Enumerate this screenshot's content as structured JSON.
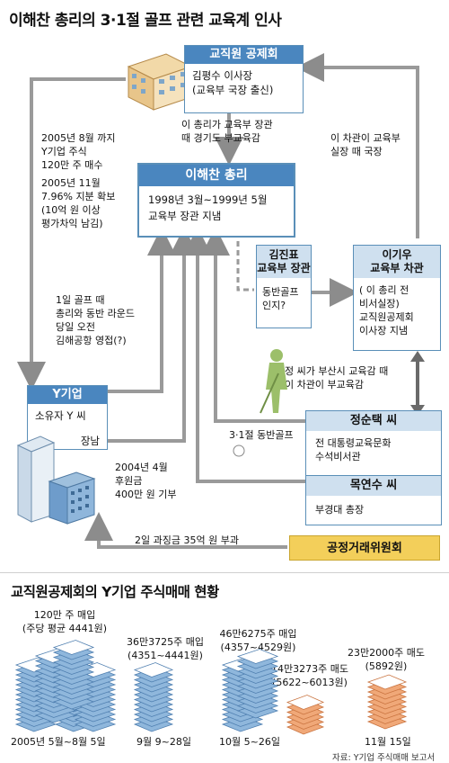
{
  "title": "이해찬 총리의 3·1절 골프 관련 교육계 인사",
  "teachers_union": {
    "head": "교직원 공제회",
    "line1": "김평수 이사장",
    "line2": "(교육부 국장 출신)"
  },
  "note_teachers": {
    "line1": "이 총리가 교육부 장관",
    "line2": "때 경기도 부교육감"
  },
  "pm": {
    "head": "이해찬 총리",
    "line1": "1998년 3월~1999년 5월",
    "line2": "교육부 장관 지냄"
  },
  "note_left_top": {
    "l1": "2005년 8월 까지",
    "l2": "Y기업 주식",
    "l3": "120만 주 매수",
    "l4": "2005년 11월",
    "l5": "7.96% 지분 확보",
    "l6": "(10억 원 이상",
    "l7": "평가차익 남김)"
  },
  "note_right": {
    "line1": "이 차관이 교육부",
    "line2": "실장 때 국장"
  },
  "kim": {
    "head1": "김진표",
    "head2": "교육부 장관",
    "line1": "동반골프",
    "line2": "인지?"
  },
  "lee": {
    "head1": "이기우",
    "head2": "교육부 차관",
    "line1": "( 이 총리 전",
    "line2": "비서실장)",
    "line3": "교직원공제회",
    "line4": "이사장 지냄"
  },
  "note_golf": {
    "l1": "1일 골프 때",
    "l2": "총리와 동반 라운드",
    "l3": "당일 오전",
    "l4": "김해공항 영접(?)"
  },
  "note_jung": {
    "line1": "정 씨가 부산시 교육감 때",
    "line2": "이 차관이 부교육감"
  },
  "y_company": {
    "head": "Y기업",
    "owner": "소유자 Y 씨",
    "son": "장남"
  },
  "golf_label": "3·1절 동반골프",
  "jung": {
    "head": "정순택 씨",
    "line1": "전 대통령교육문화",
    "line2": "수석비서관"
  },
  "mok": {
    "head": "목연수 씨",
    "line1": "부경대 총장"
  },
  "donation": {
    "l1": "2004년 4월",
    "l2": "후원금",
    "l3": "400만 원 기부"
  },
  "ftc": {
    "label": "공정거래위원회",
    "arrow_note": "2일 과징금 35억 원 부과"
  },
  "subtitle": "교직원공제회의 Y기업 주식매매 현황",
  "trades": [
    {
      "l1": "120만 주 매입",
      "l2": "(주당 평균 4441원)",
      "period": "2005년 5월~8월 5일"
    },
    {
      "l1": "36만3725주 매입",
      "l2": "(4351~4441원)",
      "period": "9월 9~28일"
    },
    {
      "l1": "46만6275주 매입",
      "l2": "(4357~4529원)",
      "period": "10월 5~26일"
    },
    {
      "l1": "14만3273주 매도",
      "l2": "(5622~6013원)",
      "period": ""
    },
    {
      "l1": "23만2000주 매도",
      "l2": "(5892원)",
      "period": "11월 15일"
    }
  ],
  "source": "자료: Y기업 주식매매 보고서",
  "colors": {
    "box_border": "#5a8fb8",
    "box_head": "#4a86bf",
    "arrow": "#9a9a9a",
    "buy_stack": "#8fb7dc",
    "sell_stack": "#f0a878"
  }
}
